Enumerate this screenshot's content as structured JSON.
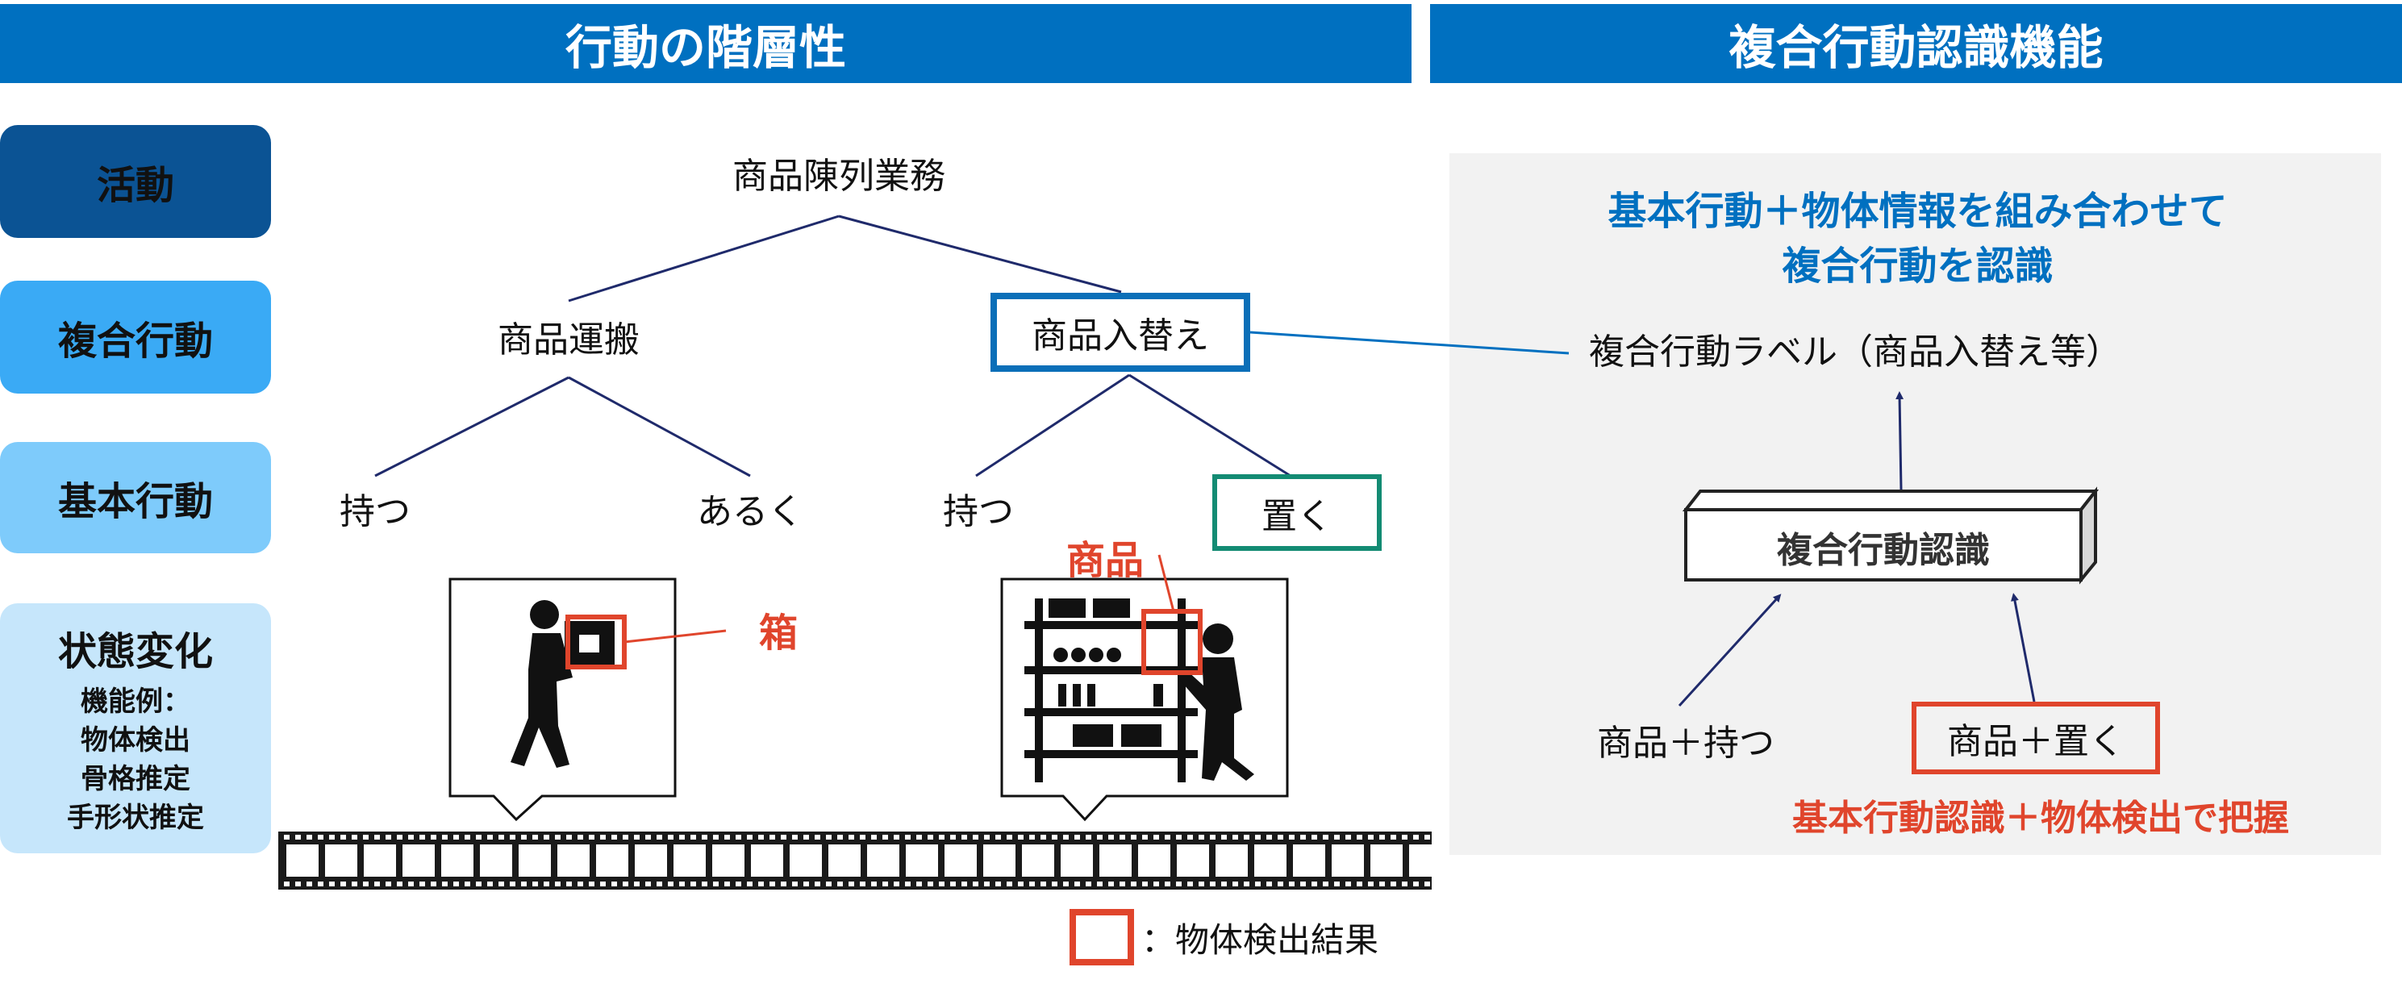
{
  "headers": {
    "left": "行動の階層性",
    "right": "複合行動認識機能"
  },
  "levels": {
    "activity": "活動",
    "compound": "複合行動",
    "basic": "基本行動",
    "state_change": "状態変化",
    "function_examples_title": "機能例：",
    "function_examples": [
      "物体検出",
      "骨格推定",
      "手形状推定"
    ]
  },
  "tree": {
    "activity": "商品陳列業務",
    "compound_1": "商品運搬",
    "compound_2": "商品入替え",
    "basic_1": "持つ",
    "basic_2": "あるく",
    "basic_3": "持つ",
    "basic_4": "置く"
  },
  "scenes": {
    "box_label": "箱",
    "product_label": "商品"
  },
  "legend": {
    "label": "：物体検出結果"
  },
  "right_panel": {
    "headline_line1": "基本行動＋物体情報を組み合わせて",
    "headline_line2": "複合行動を認識",
    "output_label": "複合行動ラベル（商品入替え等）",
    "module_label": "複合行動認識",
    "input_1": "商品＋持つ",
    "input_2": "商品＋置く",
    "footnote": "基本行動認識＋物体検出で把握"
  },
  "colors": {
    "header_blue": "#0070c0",
    "activity": "#0b5394",
    "compound": "#3aaaf5",
    "basic": "#7ecbfb",
    "state": "#c6e6fb",
    "detect_red": "#e0452c",
    "teal": "#138b73",
    "panel_gray": "#f2f2f2"
  }
}
